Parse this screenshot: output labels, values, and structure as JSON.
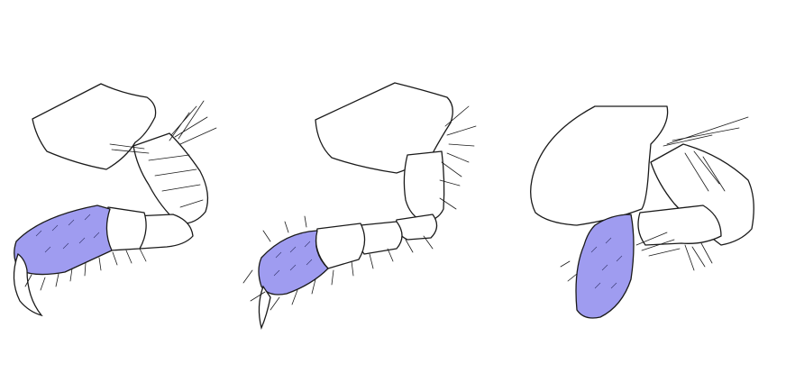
{
  "figure": {
    "panel_count": 3,
    "panels": [
      {
        "id": "left",
        "highlight_segment": "propodus"
      },
      {
        "id": "middle",
        "highlight_segment": "propodus"
      },
      {
        "id": "right",
        "highlight_segment": "propodus"
      }
    ],
    "colors": {
      "highlight_fill": "#9f9cf0",
      "line": "#1a1a1a",
      "background": "#ffffff"
    }
  }
}
